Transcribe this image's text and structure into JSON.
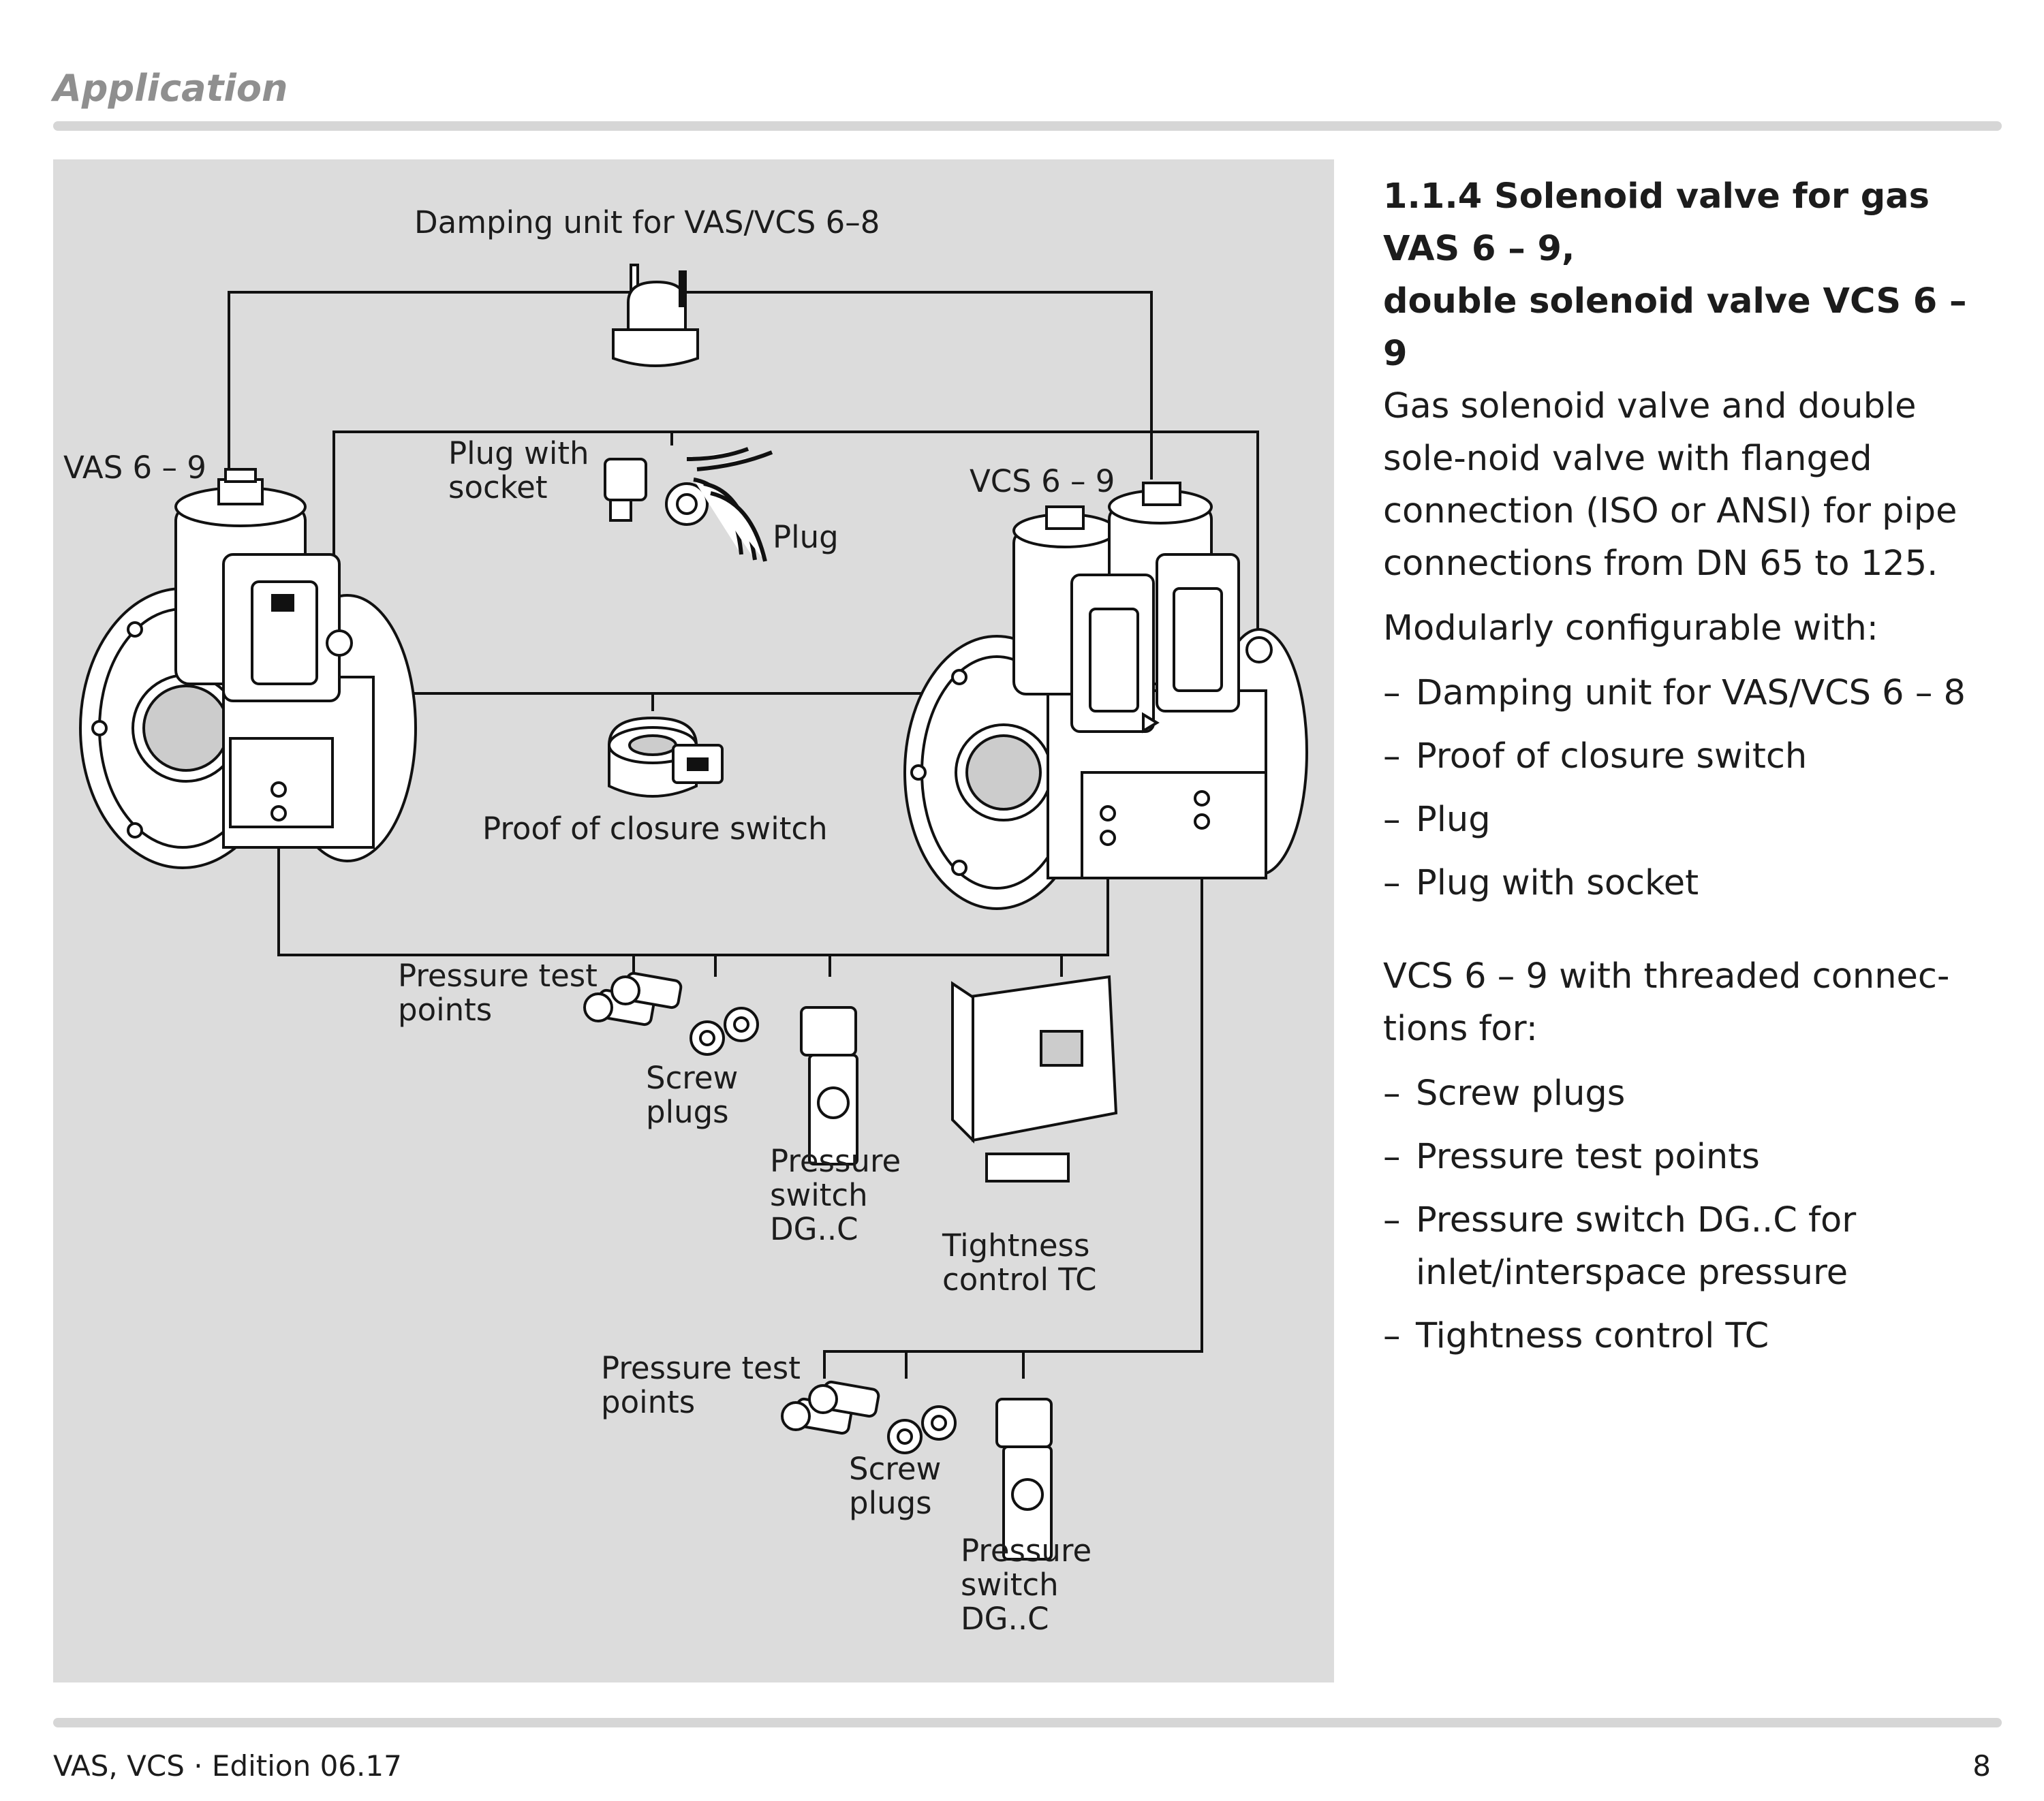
{
  "header": {
    "section": "Application"
  },
  "figure": {
    "labels": {
      "damping_unit": "Damping unit for VAS/VCS 6–8",
      "vas": "VAS 6 – 9",
      "vcs": "VCS 6 – 9",
      "plug_with_socket": "Plug with\nsocket",
      "plug": "Plug",
      "proof_of_closure": "Proof of closure switch",
      "pressure_test_points_1": "Pressure test\npoints",
      "screw_plugs_1": "Screw\nplugs",
      "pressure_switch_1": "Pressure\nswitch\nDG..C",
      "tightness_control": "Tightness\ncontrol TC",
      "pressure_test_points_2": "Pressure test\npoints",
      "screw_plugs_2": "Screw\nplugs",
      "pressure_switch_2": "Pressure\nswitch\nDG..C"
    }
  },
  "content": {
    "heading_line1": "1.1.4 Solenoid valve for gas",
    "heading_line2": "VAS 6 – 9,",
    "heading_line3": "double solenoid valve VCS 6 – 9",
    "intro": "Gas solenoid valve and double sole-noid valve with flanged connection (ISO or ANSI) for pipe connections from DN 65 to 125.",
    "modular_intro": "Modularly configurable with:",
    "modular_items": [
      "Damping unit for VAS/VCS 6 – 8",
      "Proof of closure switch",
      "Plug",
      "Plug with socket"
    ],
    "threaded_intro": "VCS 6 – 9 with threaded connec-tions for:",
    "threaded_items": [
      "Screw plugs",
      "Pressure test points",
      "Pressure switch DG..C for inlet/interspace pressure",
      "Tightness control TC"
    ]
  },
  "footer": {
    "left": "VAS, VCS · Edition 06.17",
    "page": "8"
  }
}
